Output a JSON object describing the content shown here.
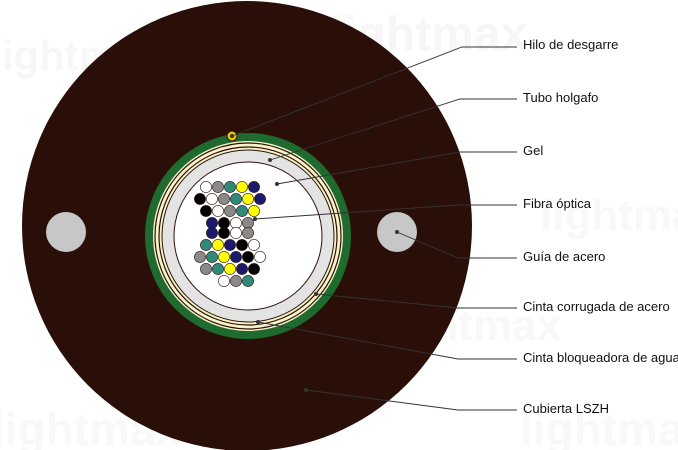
{
  "watermark": "lightmax",
  "labels": {
    "rip_cord": "Hilo de desgarre",
    "loose_tube": "Tubo holgafo",
    "gel": "Gel",
    "fiber": "Fibra óptica",
    "steel_guide": "Guía de acero",
    "steel_tape": "Cinta corrugada de acero",
    "water_blocking_tape": "Cinta bloqueadora de agua",
    "jacket": "Cubierta LSZH"
  },
  "colors": {
    "jacket": "#2a0f08",
    "steel_tape": "#1f6b2f",
    "water_blocking_tape": "#f7f3c9",
    "loose_tube": "#e3e3e3",
    "gel": "#ffffff",
    "steel_guide": "#c7c7c7",
    "rip_cord": "#e3c400",
    "fiber_colors": [
      "#ffffff",
      "#8a8a8a",
      "#2e8b7a",
      "#ffff00",
      "#1b1b6a",
      "#000000"
    ]
  }
}
